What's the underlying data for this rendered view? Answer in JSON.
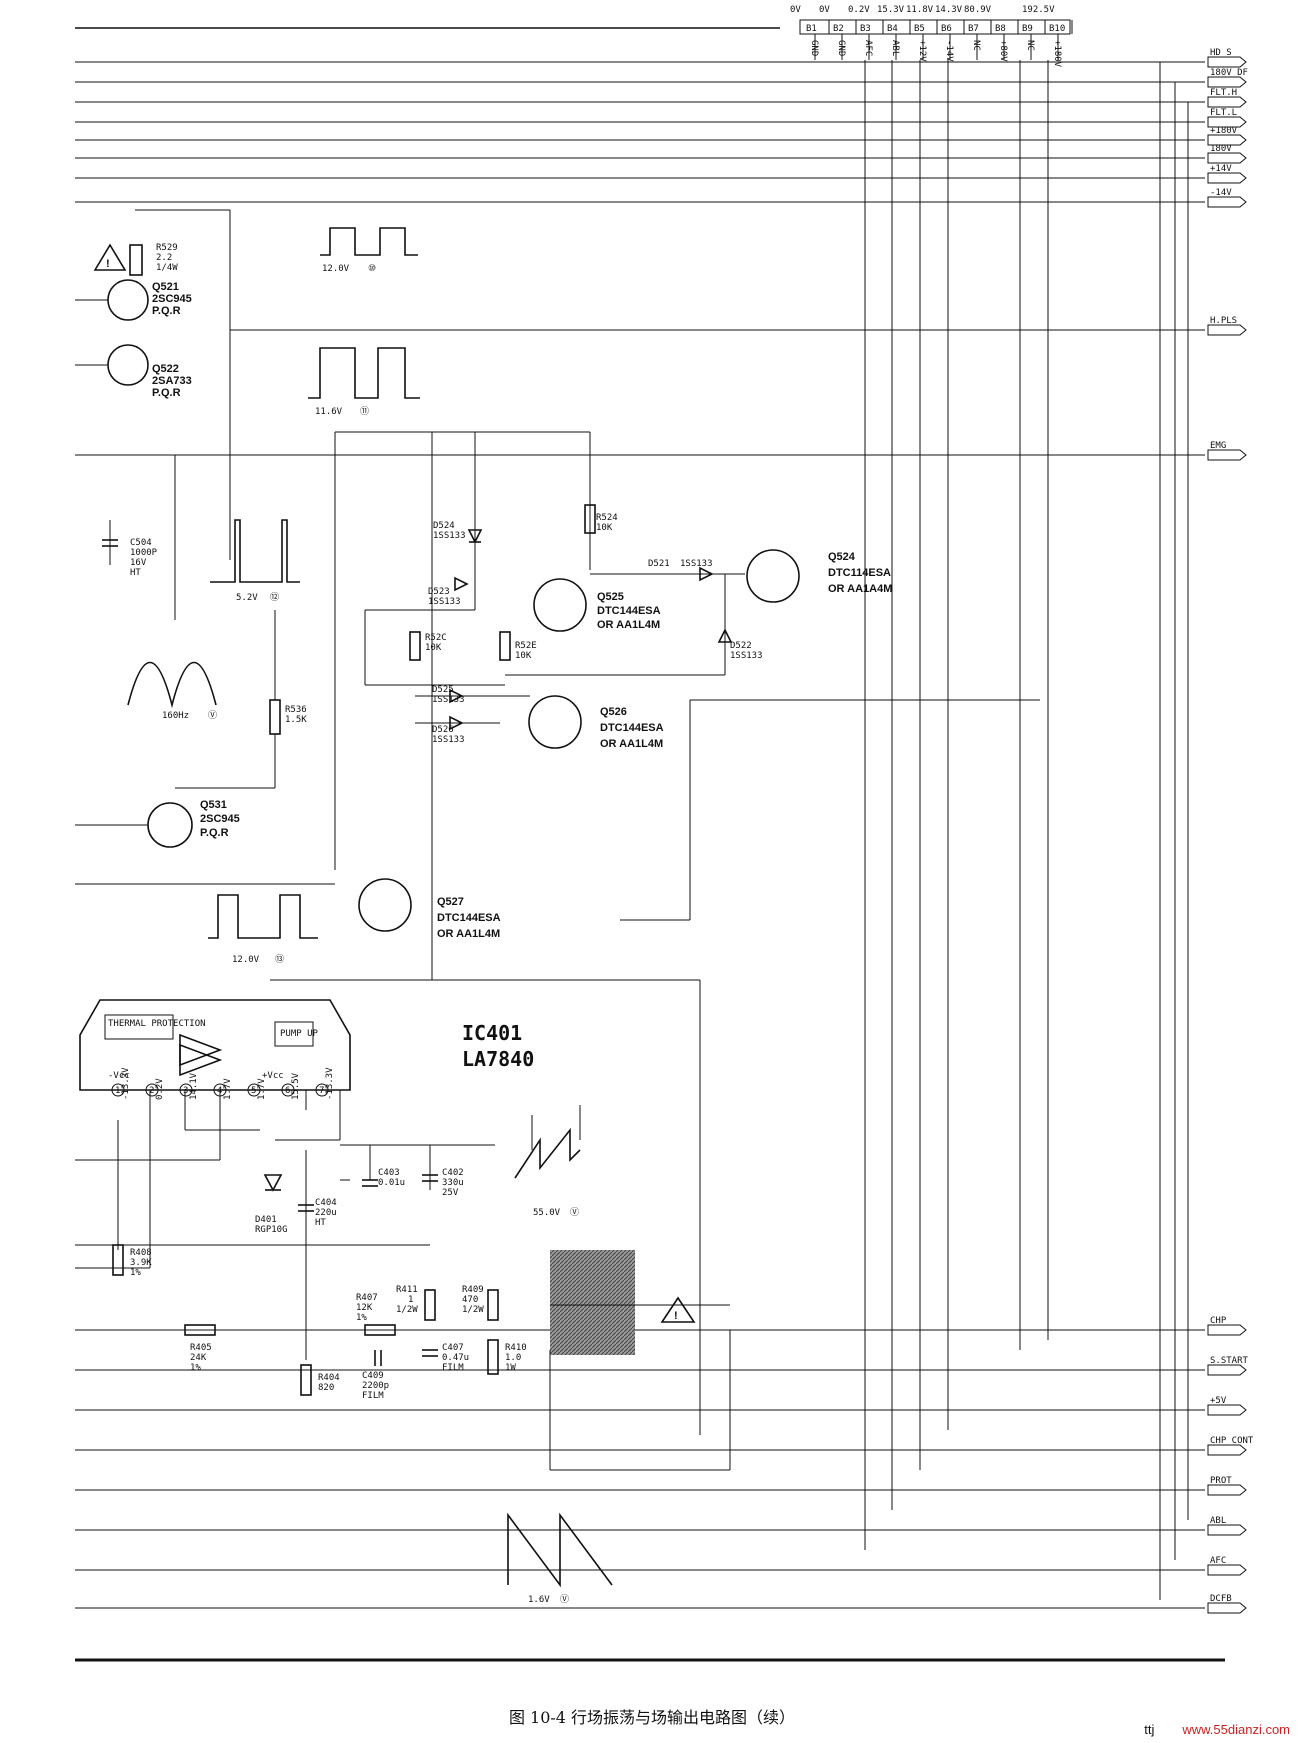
{
  "caption": "图 10-4   行场振荡与场输出电路图（续）",
  "watermark": {
    "prefix": "ttj",
    "site": "www.55dianzi.com"
  },
  "connector": {
    "voltages": [
      "0V",
      "0V",
      "0.2V",
      "15.3V",
      "11.8V",
      "14.3V",
      "80.9V",
      "",
      "192.5V"
    ],
    "pins": [
      "B1",
      "B2",
      "B3",
      "B4",
      "B5",
      "B6",
      "B7",
      "B8",
      "B9",
      "B10"
    ],
    "signals": [
      "GND",
      "GND",
      "AFC",
      "ABL",
      "+12V",
      "-14V",
      "NC",
      "+80V",
      "NC",
      "+180V"
    ]
  },
  "right_signals": [
    "HD_S",
    "180V_DF",
    "FLT.H",
    "FLT.L",
    "+180V",
    "180V",
    "+14V",
    "-14V",
    "H.PLS",
    "EMG",
    "CHP",
    "S.START",
    "+5V",
    "CHP_CONT",
    "PROT",
    "ABL",
    "AFC",
    "DCFB"
  ],
  "ic": {
    "name": "IC401",
    "part": "LA7840",
    "blocks": [
      "THERMAL PROTECTION",
      "PUMP UP"
    ],
    "pins": [
      "1",
      "2",
      "3",
      "4",
      "5",
      "6",
      "7"
    ],
    "pin_voltages": [
      "-13.3V",
      "0.2V",
      "14.1V",
      "1.7V",
      "1.7V",
      "15.5V",
      "-13.3V"
    ],
    "supply": [
      "-Vcc",
      "+Vcc"
    ]
  },
  "transistors": [
    {
      "ref": "Q521",
      "part": "2SC945",
      "grade": "P.Q.R"
    },
    {
      "ref": "Q522",
      "part": "2SA733",
      "grade": "P.Q.R"
    },
    {
      "ref": "Q525",
      "part": "DTC144ESA",
      "alt": "OR AA1L4M"
    },
    {
      "ref": "Q524",
      "part": "DTC114ESA",
      "alt": "OR AA1A4M"
    },
    {
      "ref": "Q526",
      "part": "DTC144ESA",
      "alt": "OR AA1L4M"
    },
    {
      "ref": "Q531",
      "part": "2SC945",
      "grade": "P.Q.R"
    },
    {
      "ref": "Q527",
      "part": "DTC144ESA",
      "alt": "OR AA1L4M"
    }
  ],
  "diodes": [
    {
      "ref": "D524",
      "part": "1SS133"
    },
    {
      "ref": "D521",
      "part": "1SS133"
    },
    {
      "ref": "D523",
      "part": "1SS133"
    },
    {
      "ref": "D522",
      "part": "1SS133"
    },
    {
      "ref": "D525",
      "part": "1SS133"
    },
    {
      "ref": "D526",
      "part": "1SS133"
    },
    {
      "ref": "D401",
      "part": "RGP10G"
    }
  ],
  "resistors": [
    {
      "ref": "R529",
      "val": "2.2",
      "val2": "1/4W"
    },
    {
      "ref": "R524",
      "val": "10K"
    },
    {
      "ref": "R52C",
      "val": "10K"
    },
    {
      "ref": "R52E",
      "val": "10K"
    },
    {
      "ref": "R536",
      "val": "1.5K"
    },
    {
      "ref": "R408",
      "val": "3.9K",
      "val2": "1%"
    },
    {
      "ref": "R405",
      "val": "24K",
      "val2": "1%"
    },
    {
      "ref": "R407",
      "val": "12K",
      "val2": "1%"
    },
    {
      "ref": "R411",
      "val": "1",
      "val2": "1/2W"
    },
    {
      "ref": "R409",
      "val": "470",
      "val2": "1/2W"
    },
    {
      "ref": "R404",
      "val": "820"
    },
    {
      "ref": "R410",
      "val": "1.0",
      "val2": "1W"
    }
  ],
  "capacitors": [
    {
      "ref": "C504",
      "val": "1000P",
      "val2": "16V",
      "val3": "HT"
    },
    {
      "ref": "C403",
      "val": "0.01u"
    },
    {
      "ref": "C402",
      "val": "330u",
      "val2": "25V"
    },
    {
      "ref": "C404",
      "val": "220u",
      "val2": "HT"
    },
    {
      "ref": "C407",
      "val": "0.47u",
      "val2": "FILM"
    },
    {
      "ref": "C409",
      "val": "2200p",
      "val2": "FILM"
    }
  ],
  "waveforms": [
    {
      "label": "12.0V",
      "num": "⑩"
    },
    {
      "label": "11.6V",
      "num": "⑪"
    },
    {
      "label": "5.2V",
      "num": "⑫"
    },
    {
      "label": "160Hz",
      "num": "Ⓥ"
    },
    {
      "label": "12.0V",
      "num": "⑬"
    },
    {
      "label": "55.0V",
      "num": "Ⓥ"
    },
    {
      "label": "1.6V",
      "num": "Ⓥ"
    }
  ]
}
